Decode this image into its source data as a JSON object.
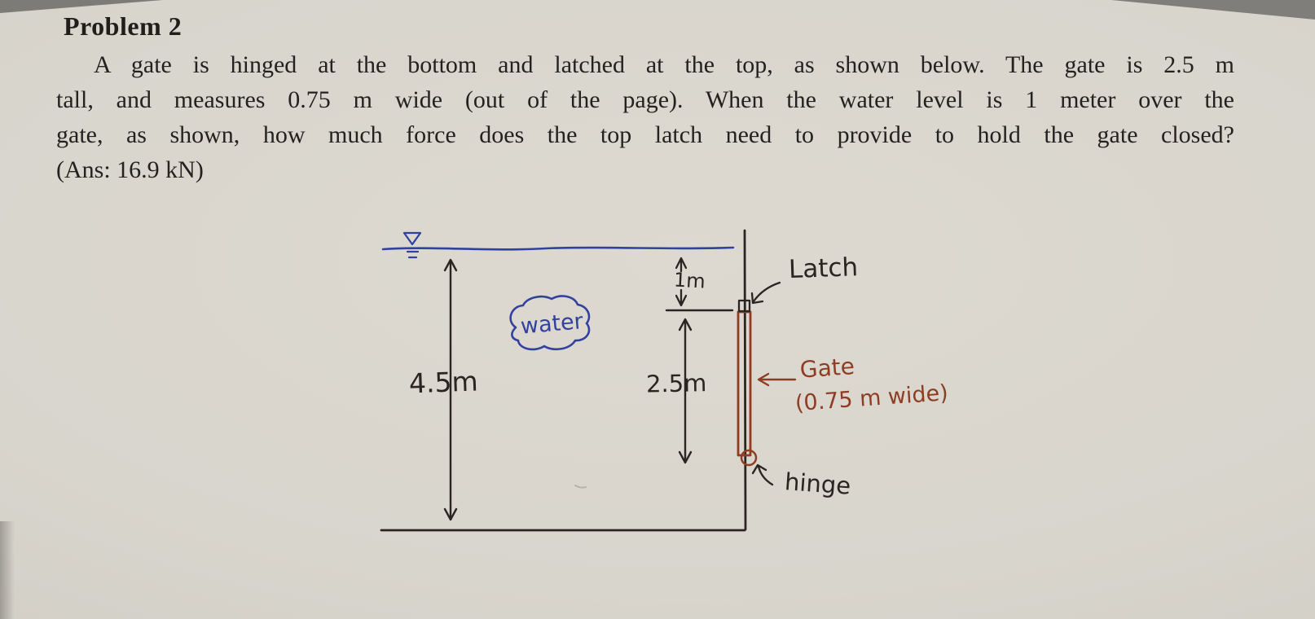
{
  "document": {
    "title": "Problem 2",
    "lines": [
      "A gate is hinged at the bottom and latched at the top, as shown below. The gate is 2.5 m",
      "tall, and measures 0.75 m wide (out of the page). When the water level is 1 meter over the",
      "gate, as shown, how much force does the top latch need to provide to hold the gate closed?",
      "(Ans: 16.9 kN)"
    ]
  },
  "diagram": {
    "labels": {
      "total_depth": "4.5m",
      "water": "water",
      "head_above_gate": "1m",
      "gate_height": "2.5m",
      "latch": "Latch",
      "gate": "Gate",
      "gate_width": "(0.75 m wide)",
      "hinge": "hinge"
    },
    "ink_colors": {
      "blue": "#31419f",
      "brown": "#8f3d22",
      "black": "#2b2521"
    }
  }
}
